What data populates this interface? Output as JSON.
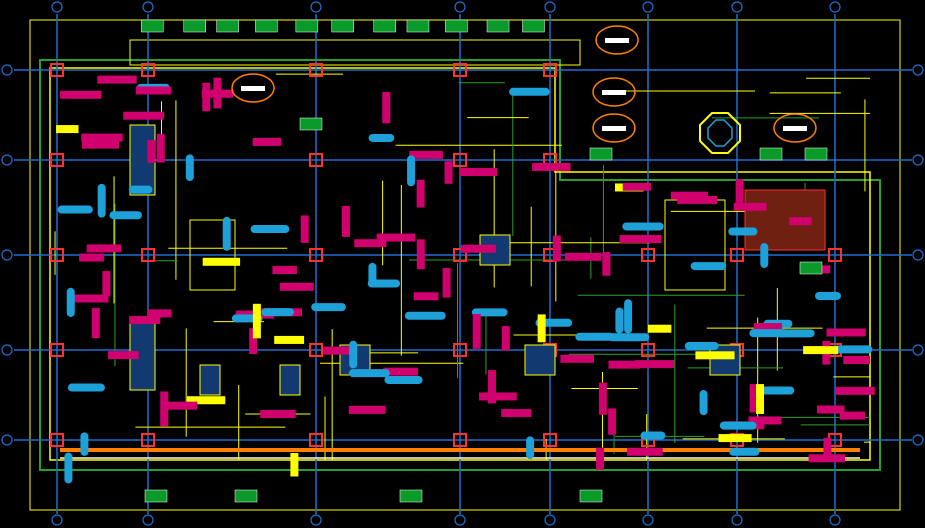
{
  "drawing": {
    "type": "cad-floor-plan",
    "colors": {
      "background": "#000000",
      "axis": "#1e6fd0",
      "wall": "#ffff00",
      "duct_label": "#d0006f",
      "pipe_label": "#1ea0d8",
      "equipment": "#0a9a2a",
      "fixture": "#ff3030",
      "detail": "#ff8000",
      "outline": "#2aa02a"
    },
    "grid_columns": 8,
    "grid_rows": 5
  }
}
